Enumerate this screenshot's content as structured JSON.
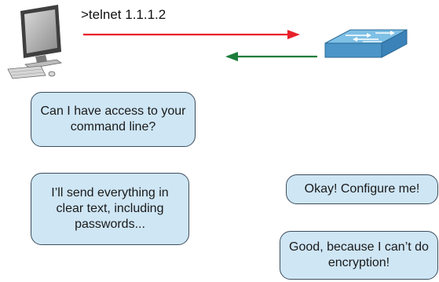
{
  "diagram": {
    "command_text": ">telnet 1.1.1.2",
    "computer_icon": "desktop-computer-icon",
    "switch_icon": "network-switch-icon",
    "colors": {
      "request_arrow": "#e8212b",
      "response_arrow": "#1a7d3b",
      "bubble_fill": "#cfe6f5",
      "bubble_border": "#3d4e5e",
      "switch_top": "#7ec0e6",
      "switch_side": "#3a82b8"
    },
    "bubbles": {
      "client_request": "Can I have access to your command line?",
      "client_warning": "I’ll send everything in clear text, including passwords...",
      "switch_reply": "Okay! Configure me!",
      "switch_note": "Good, because I can’t do encryption!"
    }
  }
}
